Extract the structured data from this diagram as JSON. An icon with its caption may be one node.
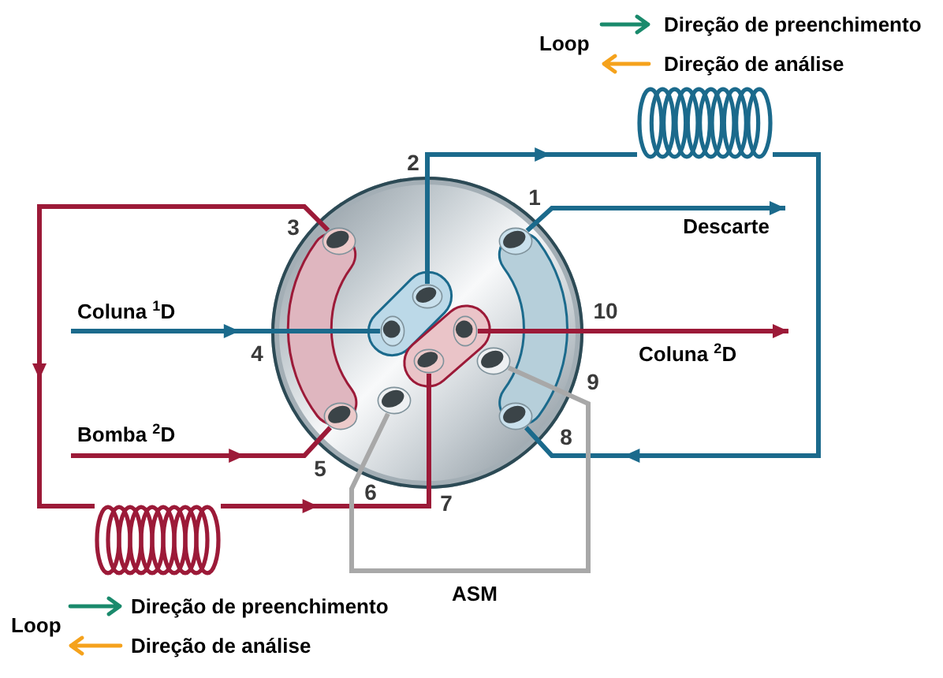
{
  "diagram": {
    "nodes": [
      {
        "text": [],
        "shape": "coil"
      },
      {
        "text": [],
        "shape": "circle"
      },
      {
        "text": [],
        "shape": "circle",
        "in": 1,
        "beside": [
          "1"
        ]
      },
      {
        "text": [],
        "shape": "circle",
        "in": 1
      },
      {
        "text": [],
        "shape": "circle",
        "in": 1,
        "beside": [
          "3"
        ]
      },
      {
        "text": [],
        "shape": "circle",
        "in": 1
      },
      {
        "text": [],
        "shape": "circle",
        "in": 1,
        "beside": [
          "5"
        ]
      },
      {
        "text": [],
        "shape": "circle",
        "in": 1,
        "beside": [
          "6"
        ]
      },
      {
        "text": [],
        "shape": "circle",
        "in": 1
      },
      {
        "text": [],
        "shape": "circle",
        "in": 1,
        "beside": [
          "8"
        ]
      },
      {
        "text": [],
        "shape": "circle",
        "in": 1
      },
      {
        "text": [],
        "shape": "circle",
        "in": 1
      },
      {
        "text": [
          "Descarte"
        ]
      },
      {
        "text": [
          "Coluna $^{1}$D"
        ]
      },
      {
        "text": [
          "Coluna $^{2}$D"
        ]
      },
      {
        "text": [
          "Bomba $^{2}$D"
        ]
      },
      {
        "text": [],
        "shape": "coil"
      }
    ],
    "edges": [
      {
        "from": 13,
        "to": 5,
        "arrow": "to",
        "color": "#1b6a8c"
      },
      {
        "from": 3,
        "to": 0,
        "arrow": "to",
        "color": "#1b6a8c"
      },
      {
        "from": 0,
        "to": 9,
        "arrow": "to",
        "color": "#1b6a8c"
      },
      {
        "from": 2,
        "to": 12,
        "arrow": "to",
        "color": "#1b6a8c"
      },
      {
        "from": 11,
        "to": 14,
        "arrow": "to",
        "color": "#9c1a38"
      },
      {
        "from": 15,
        "to": 6,
        "arrow": "to",
        "color": "#9c1a38"
      },
      {
        "from": 4,
        "to": 16,
        "arrow": "to",
        "color": "#9c1a38"
      },
      {
        "from": 16,
        "to": 8,
        "arrow": "to",
        "color": "#9c1a38"
      },
      {
        "from": 7,
        "to": 10,
        "arrow": "none",
        "label": "ASM",
        "color": "#a8a8a8"
      },
      {
        "from": 4,
        "to": 6,
        "arrow": "none",
        "style": "thick",
        "color": "#9c1a38"
      },
      {
        "from": 2,
        "to": 9,
        "arrow": "none",
        "style": "thick",
        "color": "#1b6a8c"
      }
    ],
    "labels": [
      "Loop",
      "2",
      "10",
      "4",
      "9",
      "7",
      "Loop"
    ],
    "legend": [
      {
        "text": "Direção de preenchimento"
      },
      {
        "text": "Direção de análise"
      },
      {
        "text": "Direção de preenchimento"
      },
      {
        "text": "Direção de análise"
      }
    ]
  }
}
